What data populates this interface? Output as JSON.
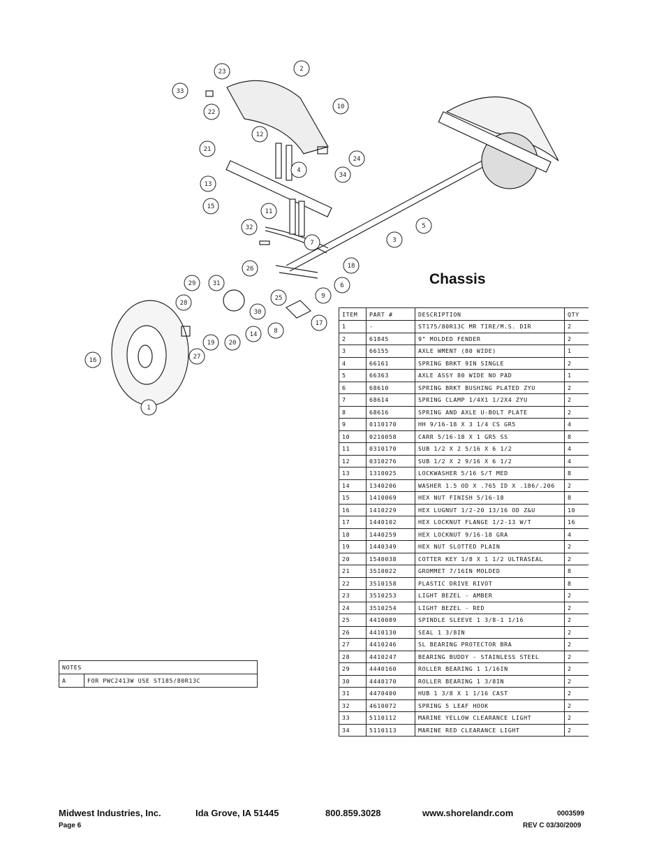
{
  "title": "Chassis",
  "diagram": {
    "callouts": [
      "23",
      "2",
      "33",
      "22",
      "10",
      "12",
      "21",
      "4",
      "24",
      "34",
      "13",
      "15",
      "11",
      "32",
      "5",
      "7",
      "3",
      "18",
      "6",
      "26",
      "9",
      "29",
      "31",
      "28",
      "30",
      "25",
      "14",
      "8",
      "17",
      "19",
      "20",
      "27",
      "16",
      "1"
    ]
  },
  "parts_table": {
    "headers": [
      "ITEM",
      "PART #",
      "DESCRIPTION",
      "QTY"
    ],
    "rows": [
      [
        "1",
        "-",
        "ST175/80R13C MR TIRE/M.S. DIR",
        "2"
      ],
      [
        "2",
        "61845",
        "9\" MOLDED FENDER",
        "2"
      ],
      [
        "3",
        "66155",
        "AXLE WMENT (80 WIDE)",
        "1"
      ],
      [
        "4",
        "66161",
        "SPRING BRKT  9IN SINGLE",
        "2"
      ],
      [
        "5",
        "66363",
        "AXLE ASSY 80 WIDE NO PAD",
        "1"
      ],
      [
        "6",
        "68610",
        "SPRING BRKT BUSHING PLATED ZYU",
        "2"
      ],
      [
        "7",
        "68614",
        "SPRING CLAMP   1/4X1 1/2X4  ZYU",
        "2"
      ],
      [
        "8",
        "68616",
        "SPRING AND AXLE U-BOLT PLATE",
        "2"
      ],
      [
        "9",
        "0110170",
        "HH 9/16-18 X 3 1/4 CS GR5",
        "4"
      ],
      [
        "10",
        "0210058",
        "CARR 5/16-18 X 1 GR5 SS",
        "8"
      ],
      [
        "11",
        "0310170",
        "SUB 1/2 X 2 5/16 X 6 1/2",
        "4"
      ],
      [
        "12",
        "0310276",
        "SUB 1/2 X 2 9/16 X 6 1/2",
        "4"
      ],
      [
        "13",
        "1310025",
        "LOCKWASHER 5/16 S/T MED",
        "8"
      ],
      [
        "14",
        "1340206",
        "WASHER 1.5 OD X .765 ID X .186/.206",
        "2"
      ],
      [
        "15",
        "1410069",
        "HEX NUT FINISH 5/16-18",
        "8"
      ],
      [
        "16",
        "1410229",
        "HEX LUGNUT 1/2-20 13/16 OD Z&U",
        "10"
      ],
      [
        "17",
        "1440102",
        "HEX LOCKNUT FLANGE 1/2-13 W/T",
        "16"
      ],
      [
        "18",
        "1440259",
        "HEX LOCKNUT 9/16-18 GRA",
        "4"
      ],
      [
        "19",
        "1440349",
        "HEX NUT SLOTTED PLAIN",
        "2"
      ],
      [
        "20",
        "1540038",
        "COTTER KEY 1/8 X 1 1/2 ULTRASEAL",
        "2"
      ],
      [
        "21",
        "3510022",
        "GROMMET  7/16IN MOLDED",
        "8"
      ],
      [
        "22",
        "3510158",
        "PLASTIC DRIVE RIVOT",
        "8"
      ],
      [
        "23",
        "3510253",
        "LIGHT BEZEL - AMBER",
        "2"
      ],
      [
        "24",
        "3510254",
        "LIGHT BEZEL - RED",
        "2"
      ],
      [
        "25",
        "4410089",
        "SPINDLE SLEEVE  1 3/8-1 1/16",
        "2"
      ],
      [
        "26",
        "4410130",
        "SEAL  1 3/8IN",
        "2"
      ],
      [
        "27",
        "4410246",
        "SL BEARING PROTECTOR BRA",
        "2"
      ],
      [
        "28",
        "4410247",
        "BEARING BUDDY - STAINLESS STEEL",
        "2"
      ],
      [
        "29",
        "4440160",
        "ROLLER BEARING   1 1/16IN",
        "2"
      ],
      [
        "30",
        "4440170",
        "ROLLER BEARING   1 3/8IN",
        "2"
      ],
      [
        "31",
        "4470400",
        "HUB   1 3/8 X 1 1/16 CAST",
        "2"
      ],
      [
        "32",
        "4610072",
        "SPRING  5 LEAF HOOK",
        "2"
      ],
      [
        "33",
        "5110112",
        "MARINE YELLOW CLEARANCE LIGHT",
        "2"
      ],
      [
        "34",
        "5110113",
        "MARINE RED CLEARANCE LIGHT",
        "2"
      ]
    ]
  },
  "notes": {
    "header": "NOTES",
    "items": [
      {
        "key": "A",
        "text": "FOR PWC2413W USE ST185/80R13C"
      }
    ]
  },
  "footer": {
    "company": "Midwest Industries, Inc.",
    "location": "Ida Grove, IA  51445",
    "phone": "800.859.3028",
    "website": "www.shorelandr.com",
    "doc_number": "0003599",
    "page": "Page 6",
    "revision": "REV C  03/30/2009"
  }
}
